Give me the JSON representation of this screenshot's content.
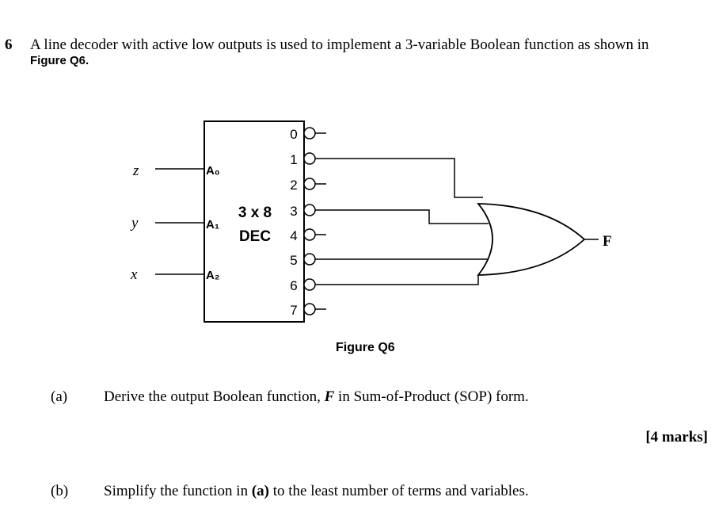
{
  "question": {
    "number": "6",
    "text": "A line decoder with active low outputs is used to implement a 3-variable Boolean function as shown in",
    "figure_ref": "Figure Q6."
  },
  "figure": {
    "decoder": {
      "name_line1": "3 x 8",
      "name_line2": "DEC",
      "inputs": [
        {
          "pin": "A₀",
          "variable": "z"
        },
        {
          "pin": "A₁",
          "variable": "y"
        },
        {
          "pin": "A₂",
          "variable": "x"
        }
      ],
      "outputs": [
        "0",
        "1",
        "2",
        "3",
        "4",
        "5",
        "6",
        "7"
      ],
      "connected_outputs": [
        "1",
        "3",
        "5",
        "6"
      ]
    },
    "gate_output_label": "F",
    "caption": "Figure Q6"
  },
  "parts": {
    "a": {
      "label": "(a)",
      "text_pre": "Derive the output Boolean function, ",
      "text_var": "F",
      "text_post": " in Sum-of-Product (SOP) form.",
      "marks": "[4 marks]"
    },
    "b": {
      "label": "(b)",
      "text_pre": "Simplify the function in ",
      "text_ref": "(a)",
      "text_post": " to the least number of terms and variables."
    }
  }
}
